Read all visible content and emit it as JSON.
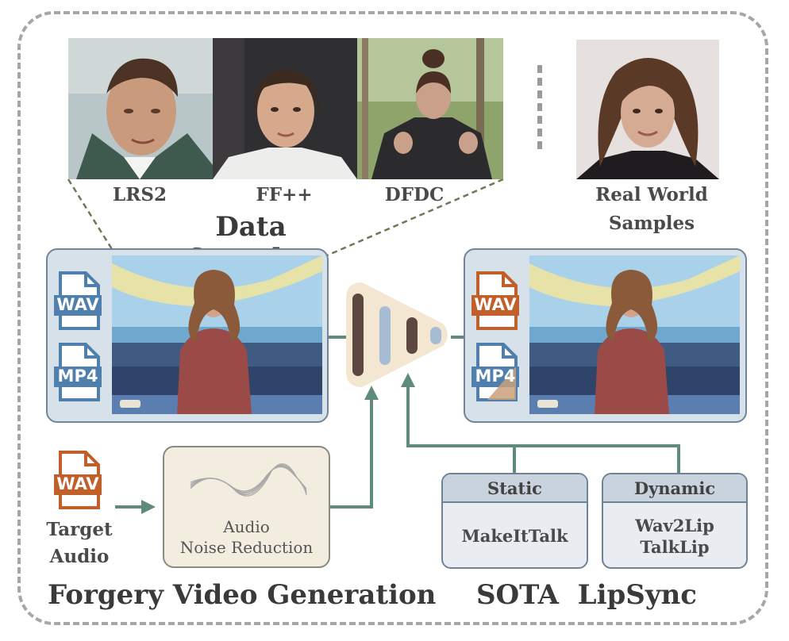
{
  "data_samples": {
    "title": "Data Samples",
    "datasets": [
      {
        "label": "LRS2"
      },
      {
        "label": "FF++"
      },
      {
        "label": "DFDC"
      }
    ],
    "real_world": {
      "line1": "Real World",
      "line2": "Samples"
    }
  },
  "file_icons": {
    "wav": "WAV",
    "mp4": "MP4"
  },
  "target_audio": {
    "line1": "Target",
    "line2": "Audio"
  },
  "noise_reduction": {
    "line1": "Audio",
    "line2": "Noise Reduction"
  },
  "lipsync_methods": {
    "static": {
      "header": "Static",
      "items": [
        "MakeItTalk"
      ]
    },
    "dynamic": {
      "header": "Dynamic",
      "items": [
        "Wav2Lip",
        "TalkLip"
      ]
    }
  },
  "section_titles": {
    "forgery": "Forgery Video Generation",
    "sota": "SOTA  LipSync"
  },
  "colors": {
    "panel_blue": "#d7e1ea",
    "icon_blue": "#4f7fad",
    "icon_orange": "#c05f2a",
    "arrow_green": "#5f8b7a",
    "cream": "#f3eddf"
  }
}
